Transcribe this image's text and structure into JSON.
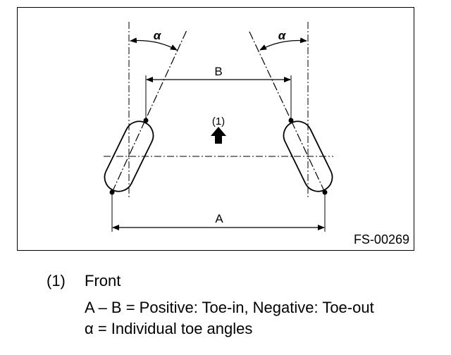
{
  "figure": {
    "code": "FS-00269",
    "labels": {
      "alpha_left": "α",
      "alpha_right": "α",
      "b": "B",
      "a": "A",
      "front_ref": "(1)"
    }
  },
  "legend": {
    "number": "(1)",
    "front": "Front",
    "formula": "A – B = Positive: Toe-in, Negative: Toe-out",
    "alpha_def": "α = Individual toe angles"
  }
}
